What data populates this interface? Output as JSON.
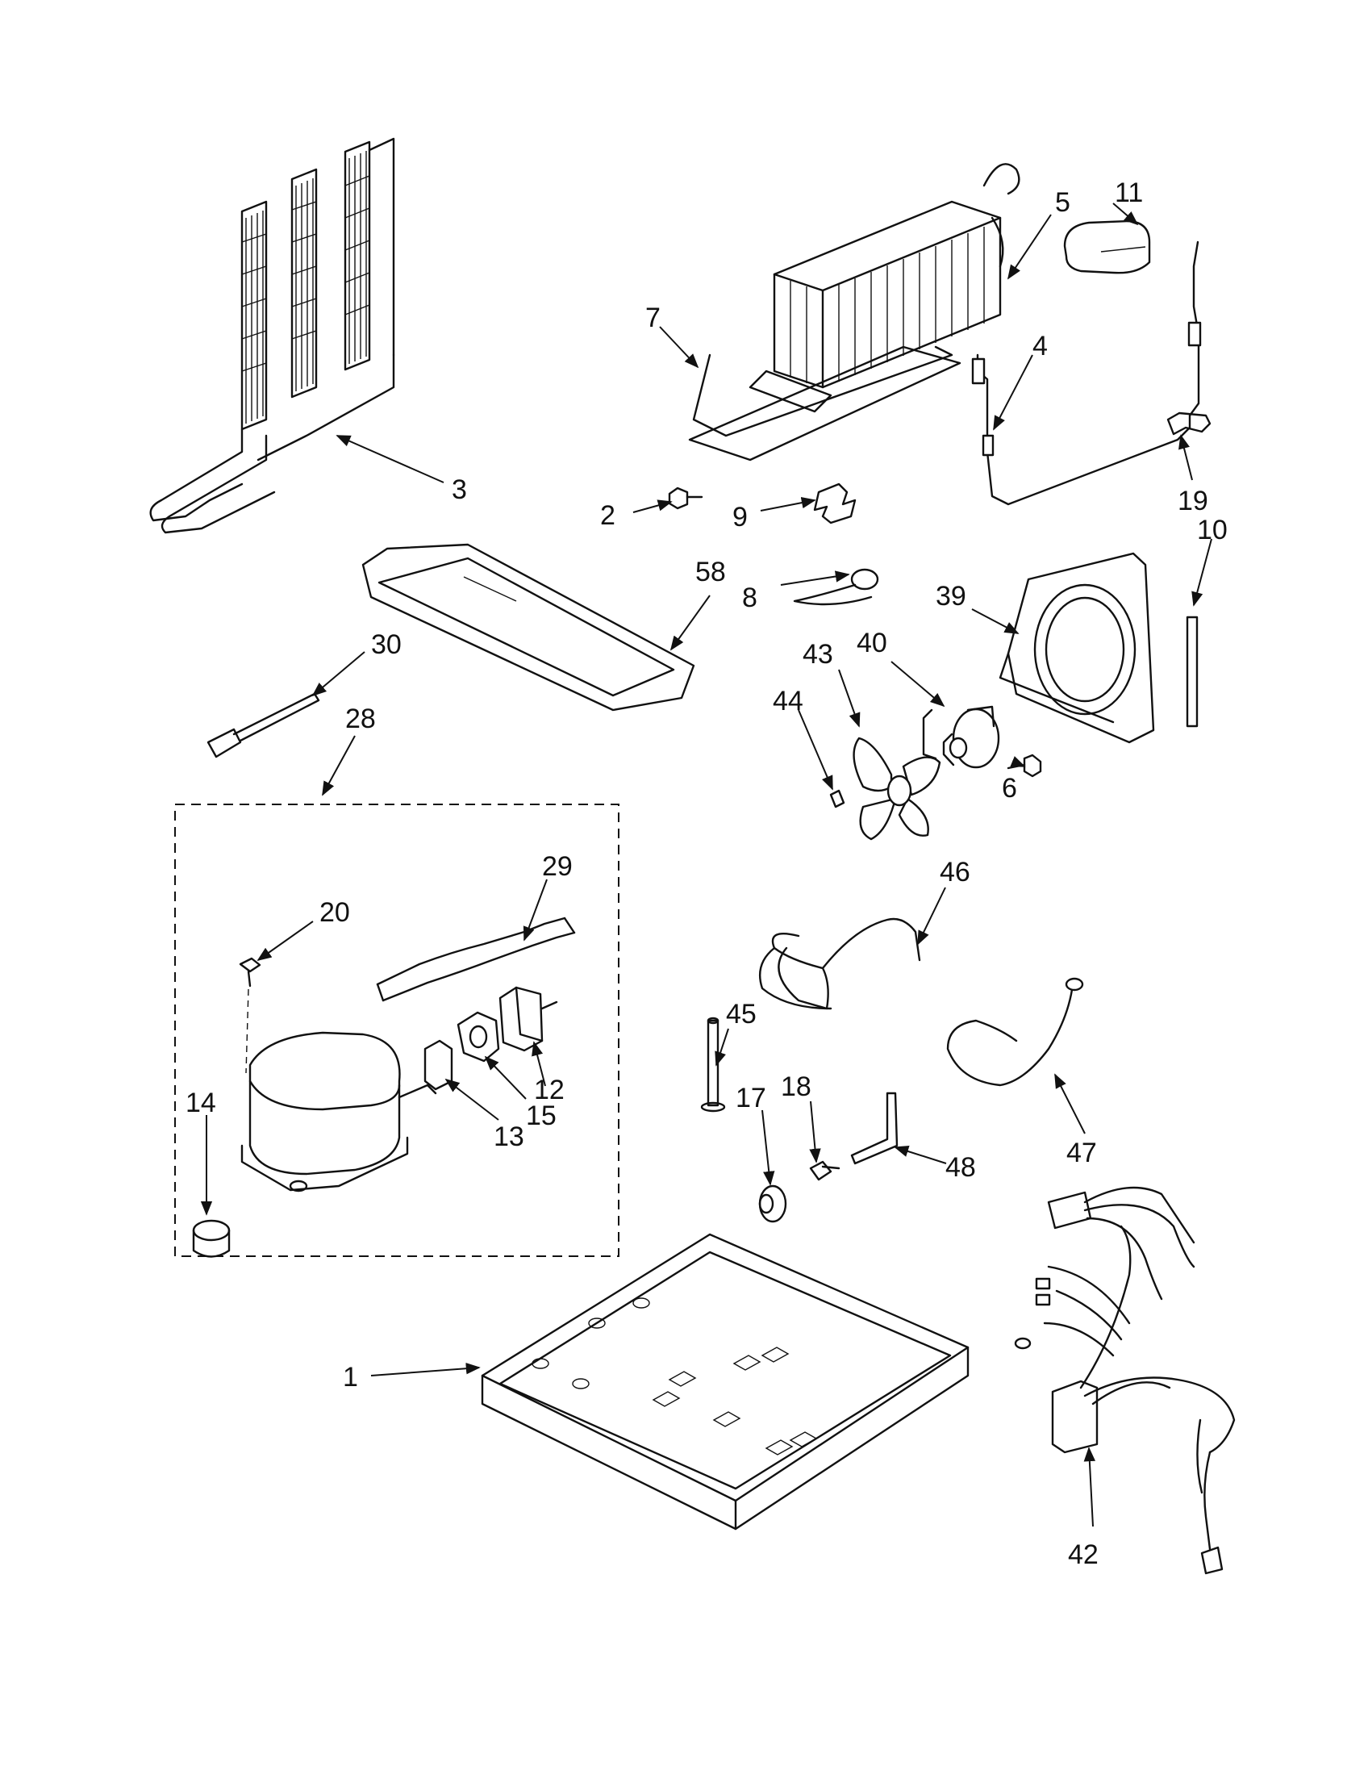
{
  "callouts": [
    "1",
    "2",
    "3",
    "4",
    "5",
    "6",
    "7",
    "8",
    "9",
    "10",
    "11",
    "12",
    "13",
    "14",
    "15",
    "17",
    "18",
    "19",
    "20",
    "28",
    "29",
    "30",
    "39",
    "40",
    "42",
    "43",
    "44",
    "45",
    "46",
    "47",
    "48",
    "58"
  ]
}
